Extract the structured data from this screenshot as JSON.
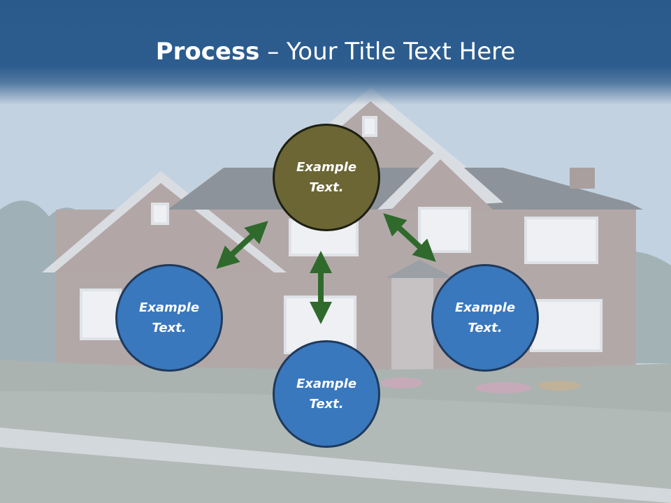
{
  "title": {
    "bold": "Process",
    "rest": " – Your Title Text Here"
  },
  "colors": {
    "header": "#2a5a8c",
    "center_node": "#6b6634",
    "outer_node": "#3a78bd",
    "arrow": "#2f6a2c"
  },
  "nodes": {
    "center": "Example\nText.",
    "left": "Example\nText.",
    "bottom": "Example\nText.",
    "right": "Example\nText."
  }
}
